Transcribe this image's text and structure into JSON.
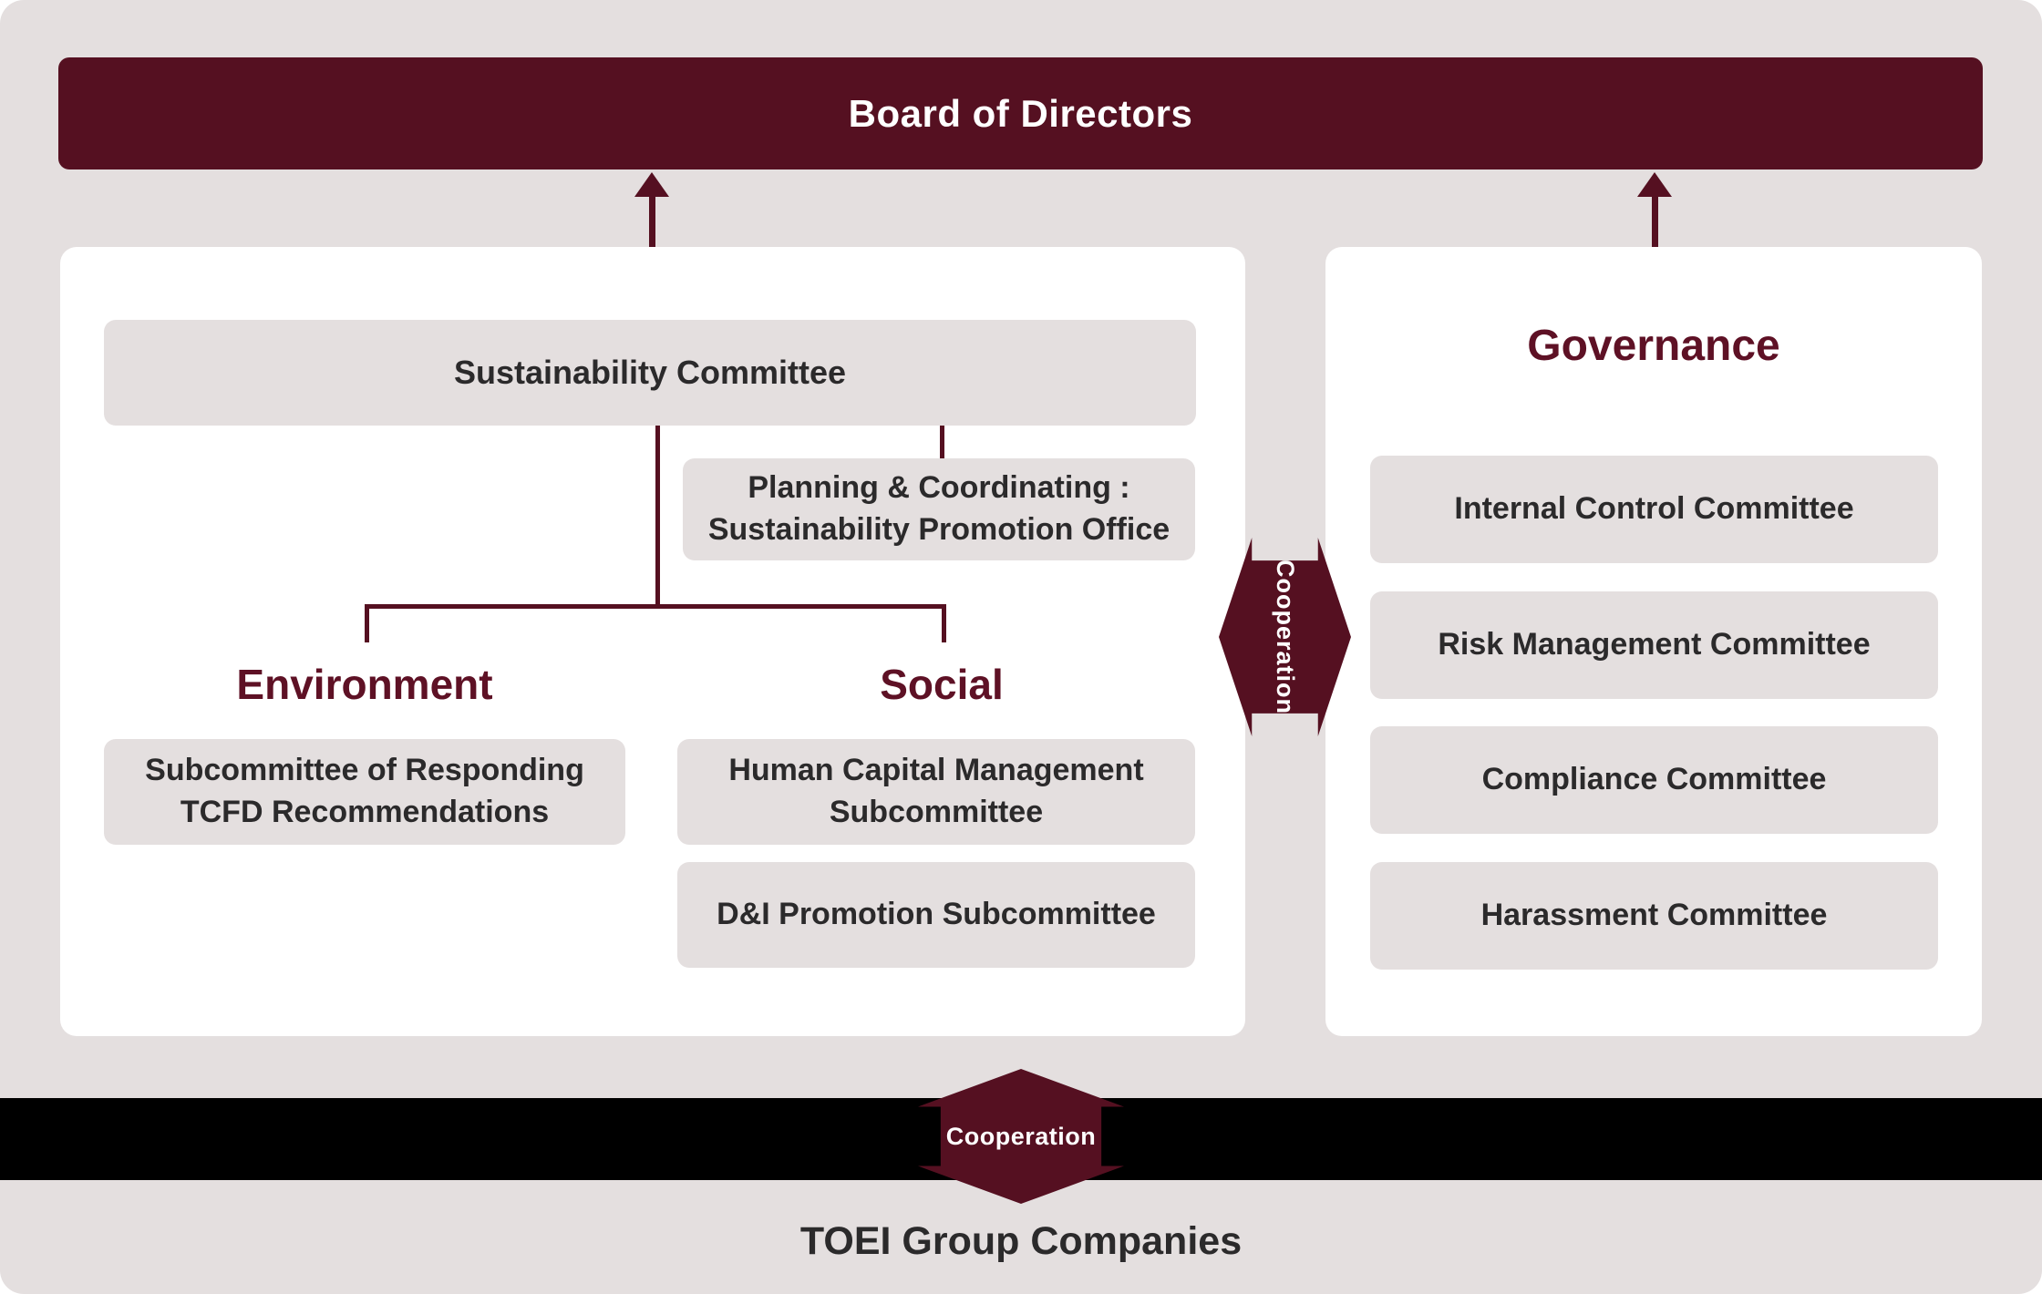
{
  "board": {
    "label": "Board of Directors"
  },
  "left_panel": {
    "committee_label": "Sustainability Committee",
    "planning_office": {
      "line1": "Planning & Coordinating :",
      "line2": "Sustainability Promotion Office"
    },
    "environment": {
      "heading": "Environment",
      "tcfd": {
        "line1": "Subcommittee of Responding",
        "line2": "TCFD Recommendations"
      }
    },
    "social": {
      "heading": "Social",
      "human_capital": {
        "line1": "Human Capital Management",
        "line2": "Subcommittee"
      },
      "di_promotion": "D&I Promotion Subcommittee"
    }
  },
  "right_panel": {
    "heading": "Governance",
    "items": [
      "Internal Control Committee",
      "Risk Management Committee",
      "Compliance Committee",
      "Harassment Committee"
    ]
  },
  "badges": {
    "panel_cooperation": "Cooperation",
    "group_cooperation": "Cooperation"
  },
  "footer": {
    "label": "TOEI Group Companies"
  },
  "colors": {
    "maroon": "#551021",
    "heading_maroon": "#5e1125",
    "background": "#e4dfdf",
    "panel_white": "#ffffff",
    "box_gray": "#e4dfdf",
    "bar_black": "#000000",
    "text_dark": "#2b2a2b"
  }
}
